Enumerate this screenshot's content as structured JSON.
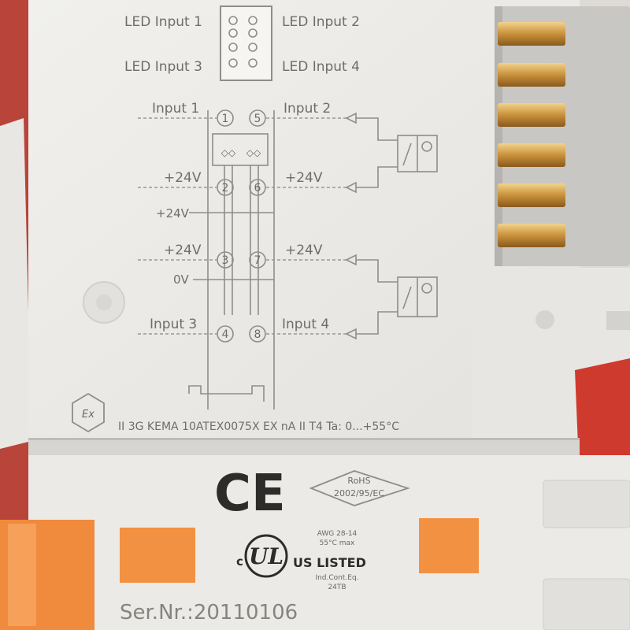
{
  "leds": {
    "led1": "LED Input 1",
    "led2": "LED Input 2",
    "led3": "LED Input 3",
    "led4": "LED Input 4"
  },
  "terminals": {
    "input1": "Input 1",
    "input2": "Input 2",
    "input3": "Input 3",
    "input4": "Input 4",
    "plus24_left_top": "+24V",
    "plus24_right_top": "+24V",
    "plus24_mid": "+24V",
    "plus24_left_bottom": "+24V",
    "plus24_right_bottom": "+24V",
    "zero_v": "0V",
    "n1": "1",
    "n2": "2",
    "n3": "3",
    "n4": "4",
    "n5": "5",
    "n6": "6",
    "n7": "7",
    "n8": "8"
  },
  "certification": {
    "ex_symbol": "Ex",
    "atex_line": "II 3G   KEMA 10ATEX0075X   EX nA II T4   Ta: 0...+55°C",
    "ce_mark": "CE",
    "rohs_line1": "RoHS",
    "rohs_line2": "2002/95/EC",
    "ul_c": "c",
    "ul_mark": "UL",
    "ul_us_listed": "US LISTED",
    "awg": "AWG 28-14",
    "temp": "55°C max",
    "ind_cont_1": "Ind.Cont.Eq.",
    "ind_cont_2": "24TB",
    "serial": "Ser.Nr.:20110106"
  },
  "colors": {
    "housing": "#ecebe8",
    "orange": "#f08a3c",
    "red": "#c8302a",
    "contact": "#c89a3c"
  }
}
